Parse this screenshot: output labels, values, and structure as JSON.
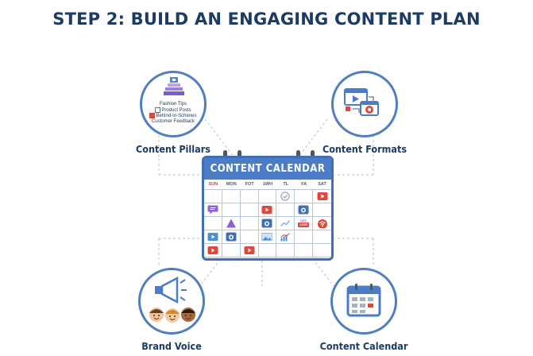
{
  "title": "STEP 2: BUILD AN ENGAGING CONTENT PLAN",
  "nodes": {
    "pillars": {
      "label": "Content Pillars",
      "items": [
        "Fashion Tips",
        "Product Posts",
        "Behind-In-Schenes",
        "Customer Feedback"
      ]
    },
    "formats": {
      "label": "Content Formats"
    },
    "voice": {
      "label": "Brand Voice"
    },
    "calendar": {
      "label": "Content Calendar"
    }
  },
  "calendar": {
    "title": "CONTENT CALENDAR",
    "days": [
      "SUN",
      "MON",
      "FOT",
      "1WH",
      "TL",
      "FA",
      "SAT"
    ],
    "badge_text": "LIVE",
    "badge_top": "LIRC"
  },
  "colors": {
    "primary": "#4a7cc7",
    "outline": "#4f7fc0",
    "title": "#1d3c63",
    "red": "#e0463b",
    "purple": "#8a63d2"
  }
}
